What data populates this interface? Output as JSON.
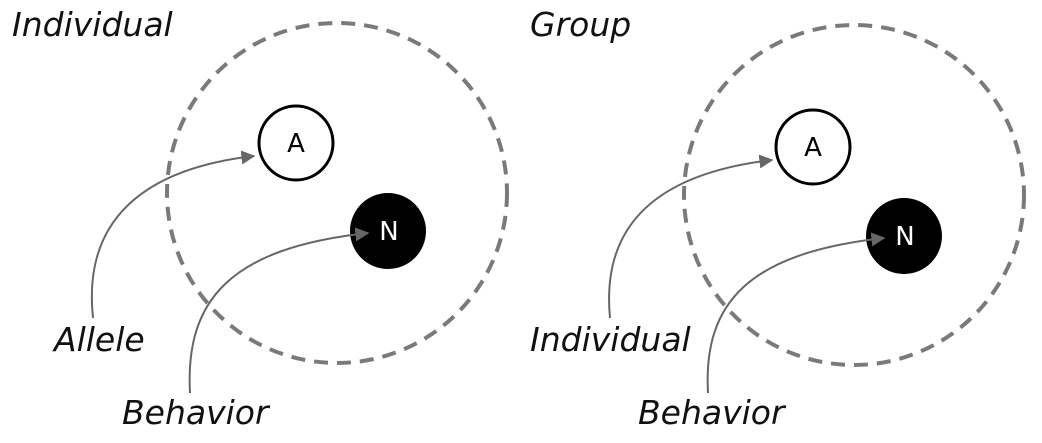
{
  "colors": {
    "dashed_circle": "#7a7a7a",
    "arrow": "#666666",
    "node_outline": "#000000",
    "node_filled": "#000000",
    "node_text_filled": "#ffffff",
    "label": "#111111"
  },
  "panels": [
    {
      "title": "Individual",
      "node_a": "A",
      "node_n": "N",
      "source_label_1": "Allele",
      "source_label_2": "Behavior"
    },
    {
      "title": "Group",
      "node_a": "A",
      "node_n": "N",
      "source_label_1": "Individual",
      "source_label_2": "Behavior"
    }
  ]
}
